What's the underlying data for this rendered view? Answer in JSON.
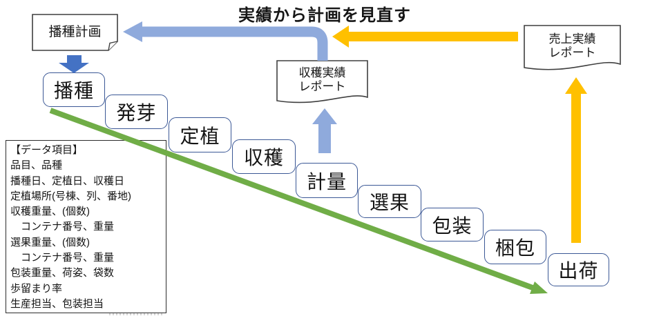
{
  "title": "実績から計画を見直す",
  "documents": {
    "sowing_plan": {
      "label": "播種計画"
    },
    "harvest_report": {
      "label": "収穫実績\nレポート"
    },
    "sales_report": {
      "label": "売上実績\nレポート"
    }
  },
  "process": {
    "steps": [
      {
        "label": "播種"
      },
      {
        "label": "発芽"
      },
      {
        "label": "定植"
      },
      {
        "label": "収穫"
      },
      {
        "label": "計量"
      },
      {
        "label": "選果"
      },
      {
        "label": "包装"
      },
      {
        "label": "梱包"
      },
      {
        "label": "出荷"
      }
    ]
  },
  "data_items": {
    "lines": [
      "【データ項目】",
      "品目、品種",
      "播種日、定植日、収穫日",
      "定植場所(号棟、列、番地)",
      "収穫重量、(個数)",
      "　コンテナ番号、重量",
      "選果重量、(個数)",
      "　コンテナ番号、重量",
      "包装重量、荷姿、袋数",
      "歩留まり率",
      "生産担当、包装担当"
    ]
  },
  "colors": {
    "accent_blue": "#4472C4",
    "light_blue": "#8FAADC",
    "yellow": "#FFC000",
    "green": "#70AD47",
    "box_border": "#3A5795",
    "doc_border": "#3f3f3f"
  }
}
